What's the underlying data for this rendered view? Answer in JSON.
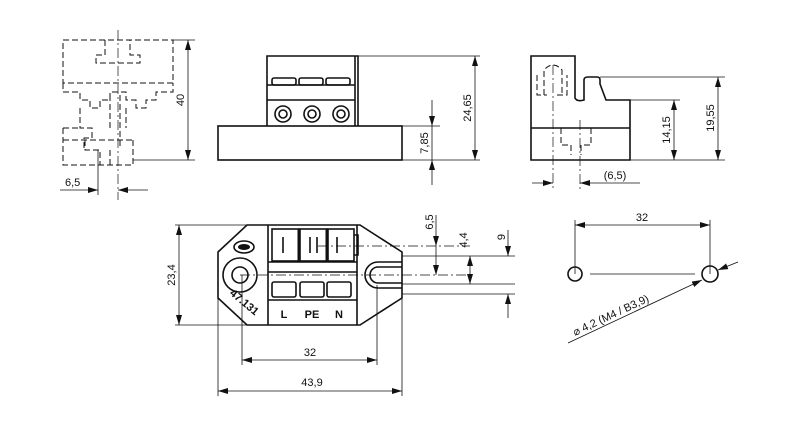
{
  "side_view": {
    "height_dim": "40",
    "offset_dim": "6,5"
  },
  "front_view": {
    "base_height_dim": "7,85",
    "total_height_dim": "24,65"
  },
  "right_view": {
    "height_dim_1": "14,15",
    "height_dim_2": "19,55",
    "offset_dim": "(6,5)"
  },
  "plan_view": {
    "height_dim": "23,4",
    "hole_spacing_dim": "32",
    "total_width_dim": "43,9",
    "dim_a": "6,5",
    "dim_b": "4,4",
    "dim_c": "9",
    "part_number": "47.131",
    "terminal_labels": [
      "L",
      "PE",
      "N"
    ]
  },
  "hole_pattern": {
    "spacing_dim": "32",
    "hole_callout": "⌀ 4,2 (M4 / B3,9)"
  }
}
